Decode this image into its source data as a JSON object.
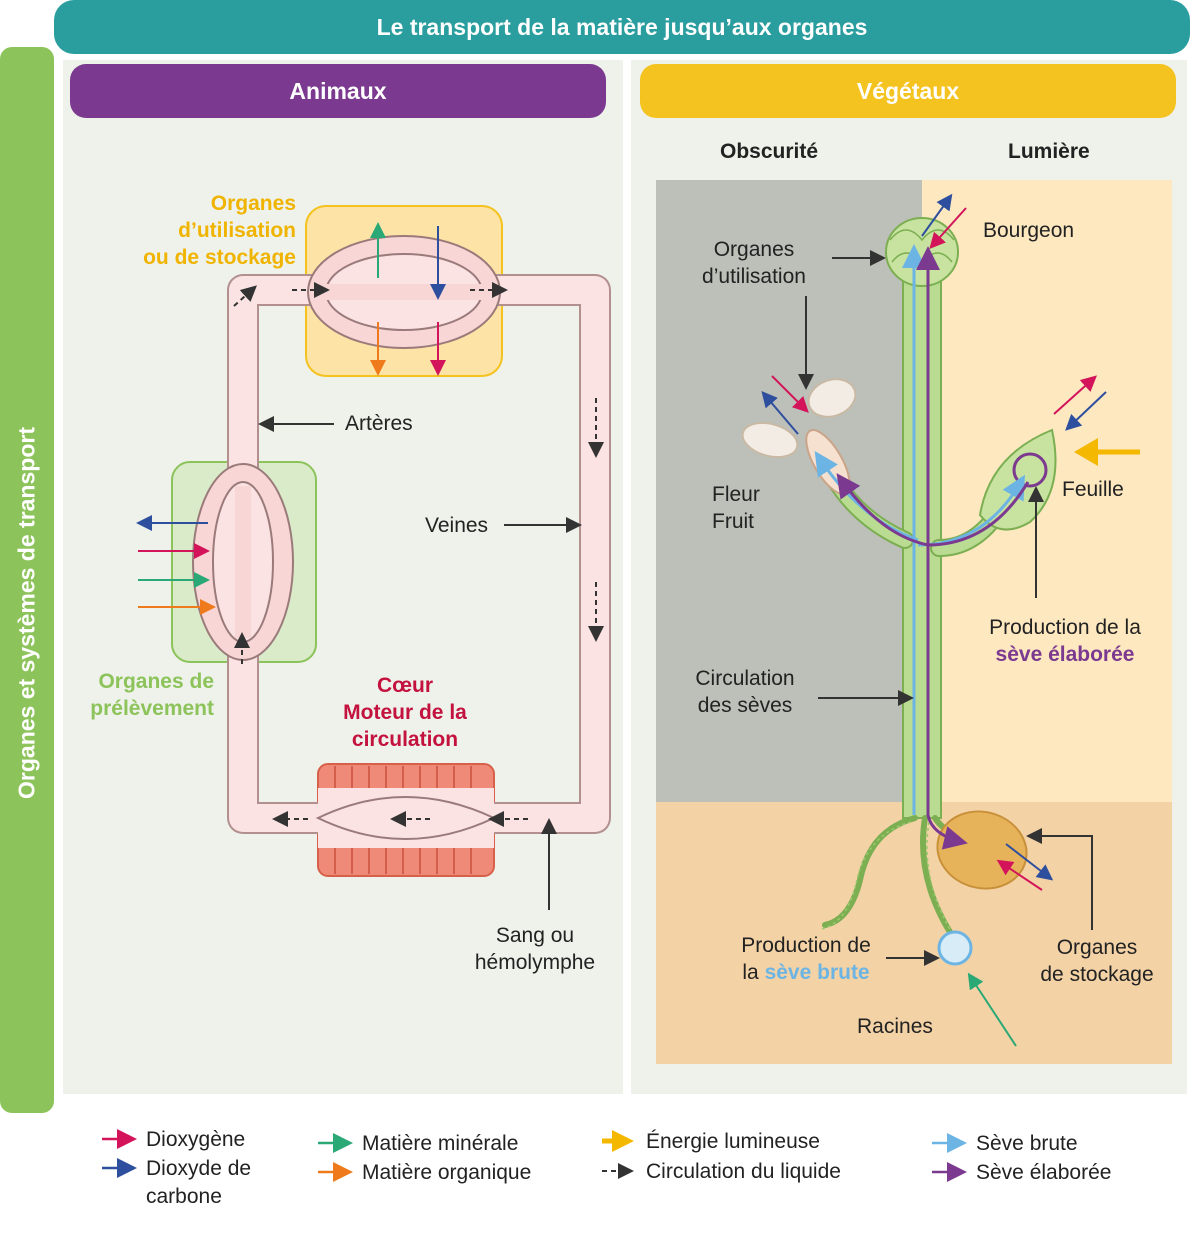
{
  "title": "Le transport de la matière jusqu’aux organes",
  "side_label": "Organes et systèmes de transport",
  "sections": {
    "animals": "Animaux",
    "plants": "Végétaux"
  },
  "animals": {
    "organes_utilisation": [
      "Organes",
      "d’utilisation",
      "ou de stockage"
    ],
    "arteres": "Artères",
    "veines": "Veines",
    "organes_prelevement": [
      "Organes de",
      "prélèvement"
    ],
    "coeur": [
      "Cœur",
      "Moteur de la",
      "circulation"
    ],
    "sang": [
      "Sang ou",
      "hémolymphe"
    ]
  },
  "plants": {
    "obscurite": "Obscurité",
    "lumiere": "Lumière",
    "bourgeon": "Bourgeon",
    "organes_utilisation": [
      "Organes",
      "d’utilisation"
    ],
    "fleur_fruit": [
      "Fleur",
      "Fruit"
    ],
    "feuille": "Feuille",
    "production_elaboree": [
      "Production de la",
      "sève élaborée"
    ],
    "circulation": [
      "Circulation",
      "des sèves"
    ],
    "production_brute_1": "Production de",
    "production_brute_2a": "la ",
    "production_brute_2b": "sève brute",
    "organes_stockage": [
      "Organes",
      "de stockage"
    ],
    "racines": "Racines"
  },
  "legend": {
    "dioxygene": "Dioxygène",
    "dioxyde": [
      "Dioxyde de",
      "carbone"
    ],
    "minerale": "Matière minérale",
    "organique": "Matière organique",
    "energie": "Énergie lumineuse",
    "circulation": "Circulation du liquide",
    "seve_brute": "Sève brute",
    "seve_elaboree": "Sève élaborée"
  },
  "colors": {
    "oxygen": "#d4145a",
    "co2": "#2e4f9e",
    "mineral": "#2aa876",
    "organic": "#ee7a1b",
    "energy": "#f5b800",
    "seve_brute": "#6cb4e4",
    "seve_elaboree": "#7b3a8f",
    "teal": "#2a9d9f",
    "green": "#8dc35b",
    "purple": "#7b3a8f",
    "yellow": "#f5c320"
  }
}
